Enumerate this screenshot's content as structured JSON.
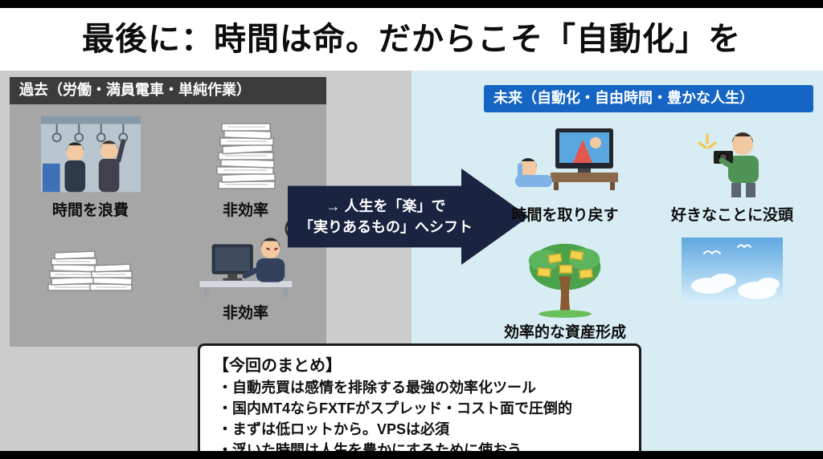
{
  "title": "最後に：時間は命。だからこそ「自動化」を",
  "past": {
    "header": "過去（労働・満員電車・単純作業）",
    "items": [
      {
        "icon": "crowded-train",
        "label": "時間を浪費"
      },
      {
        "icon": "paper-stack",
        "label": "非効率"
      },
      {
        "icon": "paper-piles",
        "label": ""
      },
      {
        "icon": "desk-worker",
        "label": "非効率"
      }
    ]
  },
  "arrow": {
    "line1": "→ 人生を「楽」で",
    "line2": "「実りあるもの」へシフト"
  },
  "future": {
    "header": "未来（自動化・自由時間・豊かな人生）",
    "items": [
      {
        "icon": "tv-relax",
        "label": "時間を取り戻す"
      },
      {
        "icon": "photographer",
        "label": "好きなことに没頭"
      },
      {
        "icon": "money-tree",
        "label": "効率的な資産形成"
      },
      {
        "icon": "blue-sky",
        "label": ""
      }
    ]
  },
  "summary": {
    "heading": "【今回のまとめ】",
    "bullets": [
      "・自動売買は感情を排除する最強の効率化ツール",
      "・国内MT4ならFXTFがスプレッド・コスト面で圧倒的",
      "・まずは低ロットから。VPSは必須",
      "・浮いた時間は人生を豊かにするために使おう"
    ]
  },
  "colors": {
    "past_header_bg": "#3c3c3c",
    "past_panel_bg": "#a6a6a6",
    "future_header_bg": "#1565c5",
    "left_bg": "#cccccc",
    "right_bg": "#d8edf3",
    "arrow_bg": "#1a2340",
    "letterbox": "#000000"
  }
}
